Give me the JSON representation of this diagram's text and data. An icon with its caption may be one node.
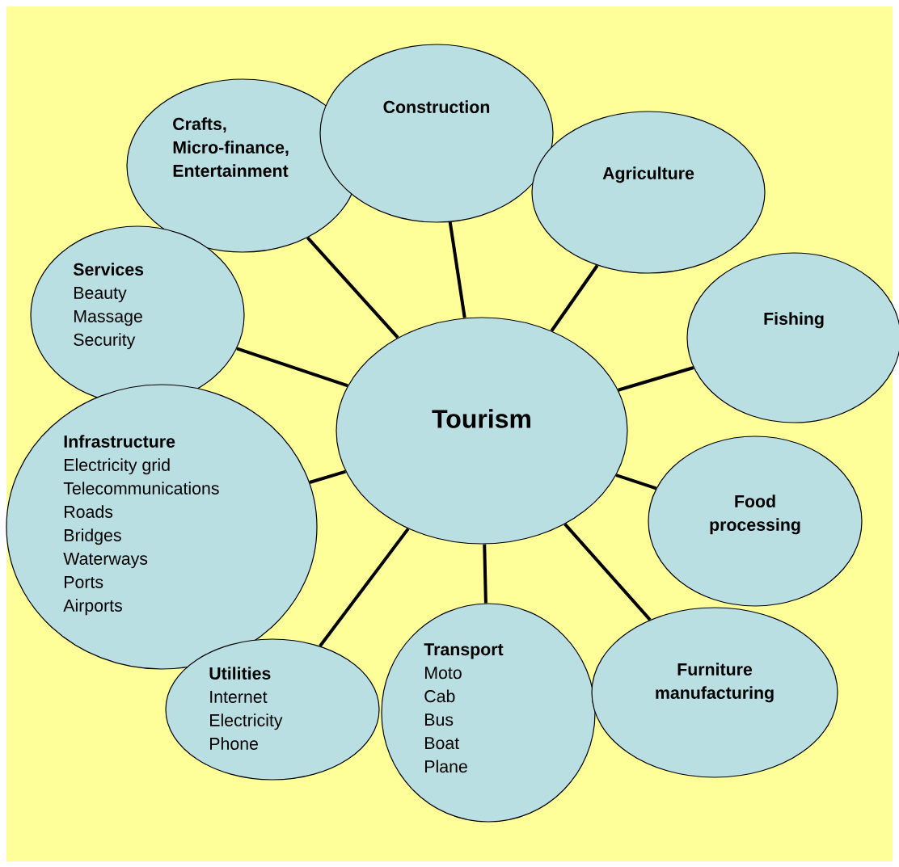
{
  "diagram": {
    "nodes": [
      {
        "text": [
          "Tourism"
        ]
      },
      {
        "text": [
          "Crafts, Micro-finance, Entertainment"
        ]
      },
      {
        "text": [
          "Construction"
        ]
      },
      {
        "text": [
          "Agriculture"
        ]
      },
      {
        "text": [
          "Services",
          "Beauty",
          "Massage",
          "Security"
        ]
      },
      {
        "text": [
          "Fishing"
        ]
      },
      {
        "text": [
          "Infrastructure",
          "Electricity grid",
          "Telecommunications",
          "Roads",
          "Bridges",
          "Waterways",
          "Ports",
          "Airports"
        ]
      },
      {
        "text": [
          "Food processing"
        ]
      },
      {
        "text": [
          "Utilities",
          "Internet",
          "Electricity",
          "Phone"
        ]
      },
      {
        "text": [
          "Transport",
          "Moto",
          "Cab",
          "Bus",
          "Boat",
          "Plane"
        ]
      },
      {
        "text": [
          "Furniture manufacturing"
        ]
      }
    ],
    "edges": [
      {
        "from": 0,
        "to": 1,
        "arrow": "none"
      },
      {
        "from": 0,
        "to": 2,
        "arrow": "none"
      },
      {
        "from": 0,
        "to": 3,
        "arrow": "none"
      },
      {
        "from": 0,
        "to": 4,
        "arrow": "none"
      },
      {
        "from": 0,
        "to": 5,
        "arrow": "none"
      },
      {
        "from": 0,
        "to": 6,
        "arrow": "none"
      },
      {
        "from": 0,
        "to": 7,
        "arrow": "none"
      },
      {
        "from": 0,
        "to": 8,
        "arrow": "none"
      },
      {
        "from": 0,
        "to": 9,
        "arrow": "none"
      },
      {
        "from": 0,
        "to": 10,
        "arrow": "none"
      }
    ]
  }
}
